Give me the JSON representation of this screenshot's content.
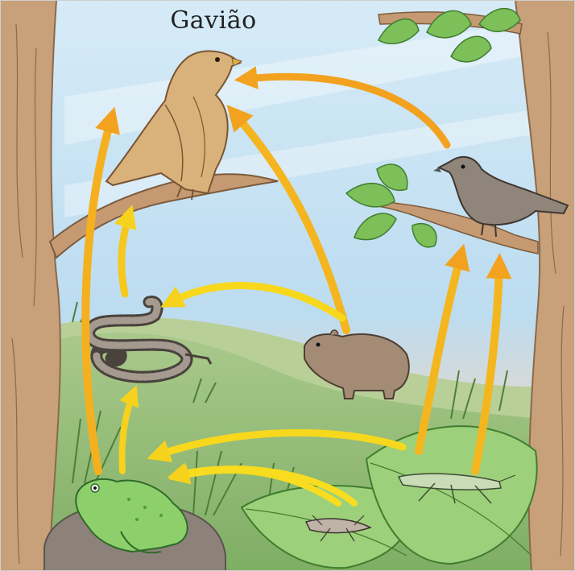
{
  "diagram": {
    "title": "Gavião",
    "organisms": [
      {
        "id": "hawk",
        "icon": "hawk-icon"
      },
      {
        "id": "bird",
        "icon": "bird-icon"
      },
      {
        "id": "snake",
        "icon": "snake-icon"
      },
      {
        "id": "capybara",
        "icon": "capybara-icon"
      },
      {
        "id": "frog",
        "icon": "frog-icon"
      },
      {
        "id": "grasshopper",
        "icon": "grasshopper-icon"
      },
      {
        "id": "insect",
        "icon": "insect-icon"
      },
      {
        "id": "plants",
        "icon": "leaf-icon"
      }
    ],
    "links": [
      {
        "from": "bird",
        "to": "hawk"
      },
      {
        "from": "capybara",
        "to": "hawk"
      },
      {
        "from": "snake",
        "to": "hawk"
      },
      {
        "from": "frog",
        "to": "hawk"
      },
      {
        "from": "capybara",
        "to": "snake"
      },
      {
        "from": "frog",
        "to": "snake"
      },
      {
        "from": "plants",
        "to": "capybara"
      },
      {
        "from": "plants",
        "to": "bird"
      },
      {
        "from": "grasshopper",
        "to": "bird"
      },
      {
        "from": "grasshopper",
        "to": "frog"
      },
      {
        "from": "insect",
        "to": "frog"
      }
    ],
    "colors": {
      "sky_top": "#d8ecf7",
      "sky_bottom": "#e9d2c0",
      "grass": "#9fc07c",
      "trunk": "#c9a27c",
      "arrow_orange": "#f2a21e",
      "arrow_yellow": "#f7dc1f",
      "leaf": "#7dc05a"
    }
  }
}
